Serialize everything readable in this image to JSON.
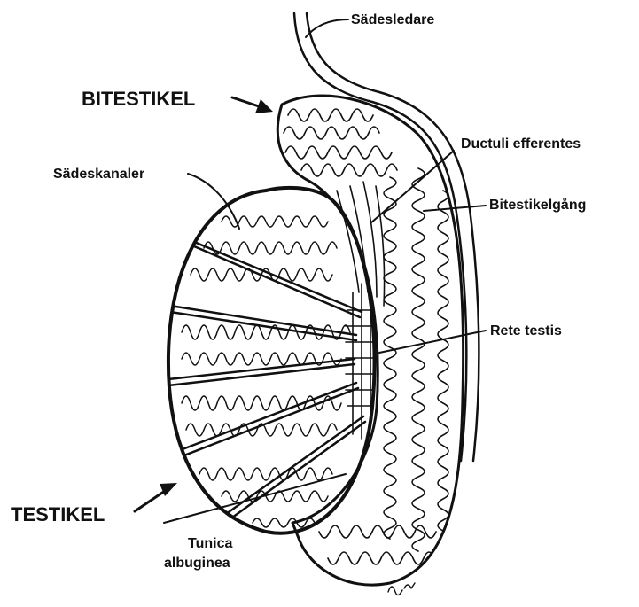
{
  "labels": {
    "vas_deferens": "Sädesledare",
    "epididymis": "BITESTIKEL",
    "efferent_ducts": "Ductuli efferentes",
    "epididymal_duct": "Bitestikelgång",
    "seminiferous_tubules": "Sädeskanaler",
    "rete_testis": "Rete testis",
    "testis": "TESTIKEL",
    "tunica_line1": "Tunica",
    "tunica_line2": "albuginea"
  },
  "colors": {
    "ink": "#111111",
    "background": "#ffffff"
  }
}
